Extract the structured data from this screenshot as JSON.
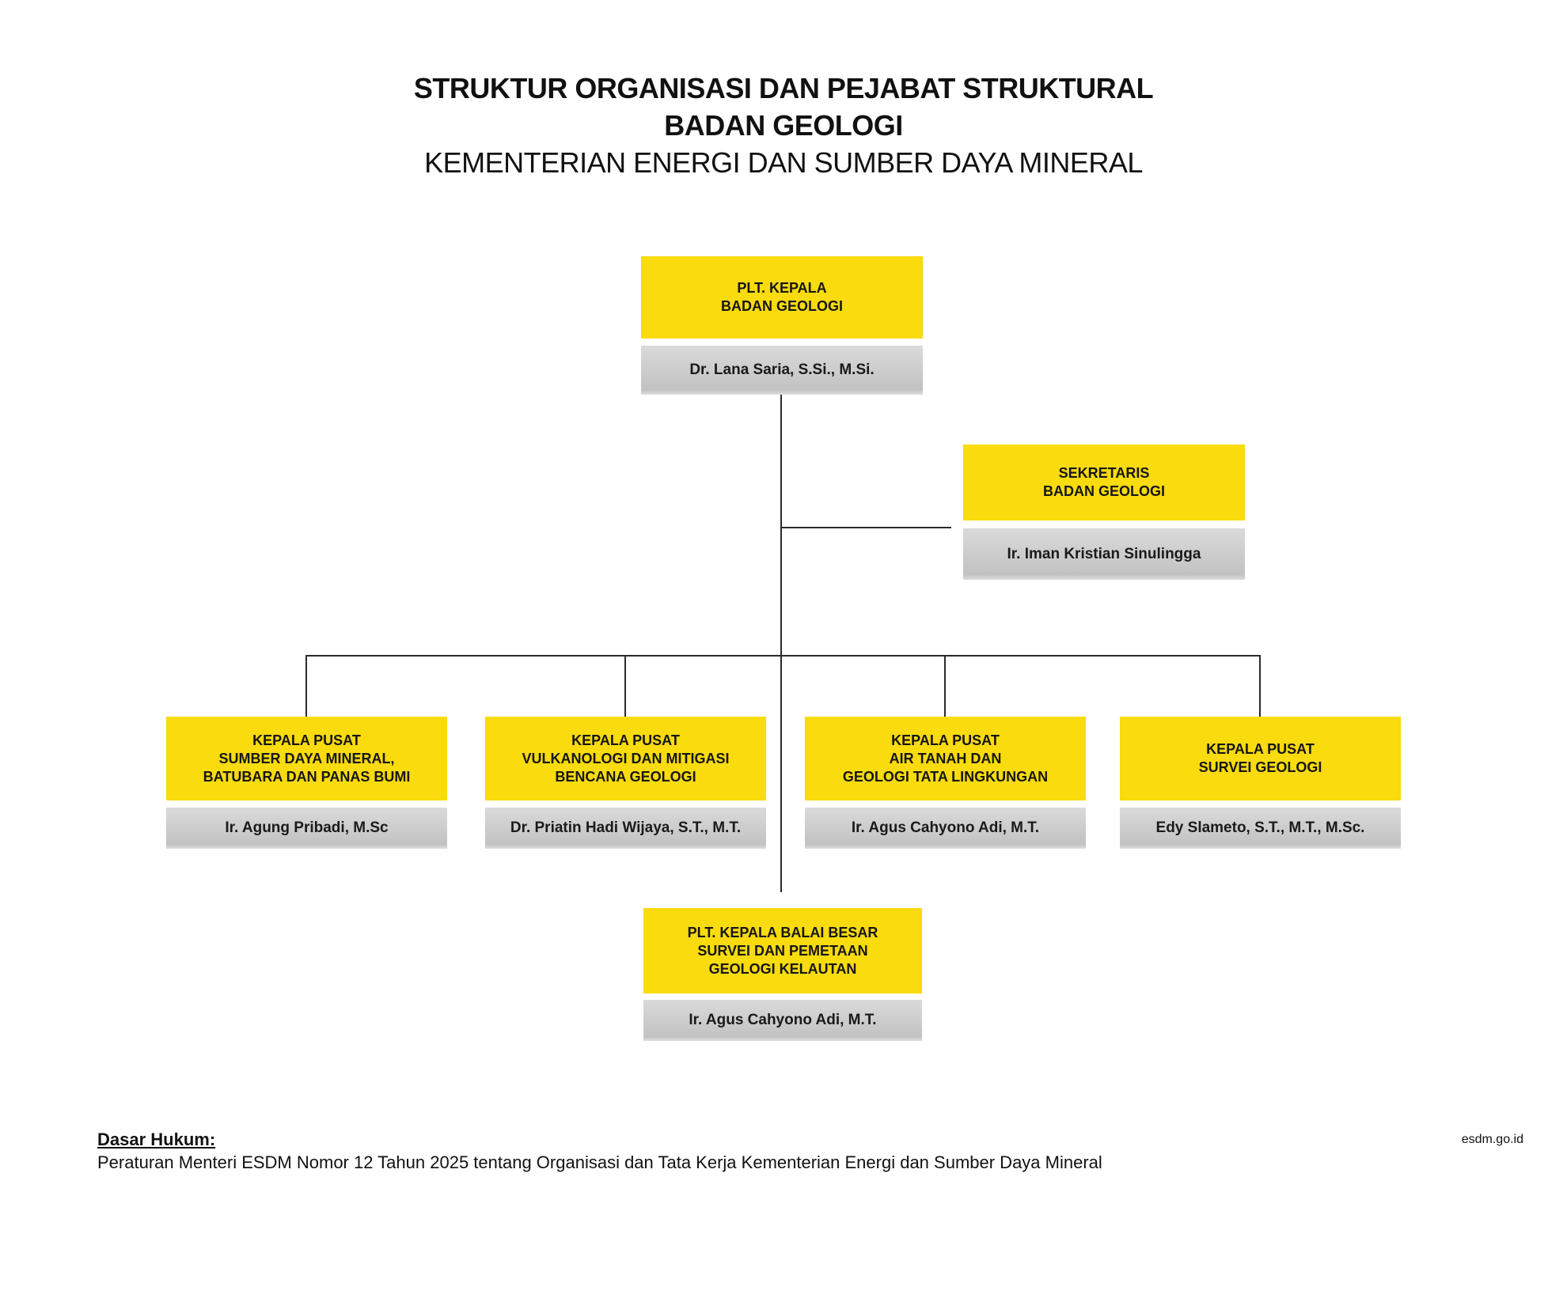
{
  "colors": {
    "accent_yellow": "#f9db0e",
    "name_gray_light": "#dadada",
    "name_gray_dark": "#c2c2c2",
    "line_color": "#2b2b2b",
    "text_color": "#111111"
  },
  "header": {
    "title_line1": "STRUKTUR ORGANISASI DAN PEJABAT STRUKTURAL",
    "title_line2": "BADAN GEOLOGI",
    "title_line3": "KEMENTERIAN ENERGI DAN SUMBER DAYA MINERAL"
  },
  "org": {
    "root": {
      "title": "PLT. KEPALA\nBADAN GEOLOGI",
      "name": "Dr. Lana Saria, S.Si., M.Si."
    },
    "sekretaris": {
      "title": "SEKRETARIS\nBADAN GEOLOGI",
      "name": "Ir. Iman Kristian Sinulingga"
    },
    "children": [
      {
        "title": "KEPALA PUSAT\nSUMBER DAYA MINERAL,\nBATUBARA DAN PANAS BUMI",
        "name": "Ir. Agung Pribadi, M.Sc"
      },
      {
        "title": "KEPALA PUSAT\nVULKANOLOGI DAN MITIGASI\nBENCANA GEOLOGI",
        "name": "Dr. Priatin Hadi Wijaya, S.T., M.T."
      },
      {
        "title": "KEPALA PUSAT\nAIR TANAH DAN\nGEOLOGI TATA LINGKUNGAN",
        "name": "Ir. Agus Cahyono Adi, M.T."
      },
      {
        "title": "KEPALA PUSAT\nSURVEI GEOLOGI",
        "name": "Edy Slameto, S.T., M.T., M.Sc."
      }
    ],
    "balai": {
      "title": "PLT. KEPALA BALAI BESAR\nSURVEI DAN PEMETAAN\nGEOLOGI KELAUTAN",
      "name": "Ir. Agus Cahyono Adi, M.T."
    }
  },
  "footer": {
    "heading": "Dasar Hukum:",
    "text": "Peraturan Menteri ESDM Nomor 12 Tahun 2025 tentang Organisasi dan Tata Kerja Kementerian Energi dan Sumber Daya Mineral",
    "site": "esdm.go.id"
  }
}
